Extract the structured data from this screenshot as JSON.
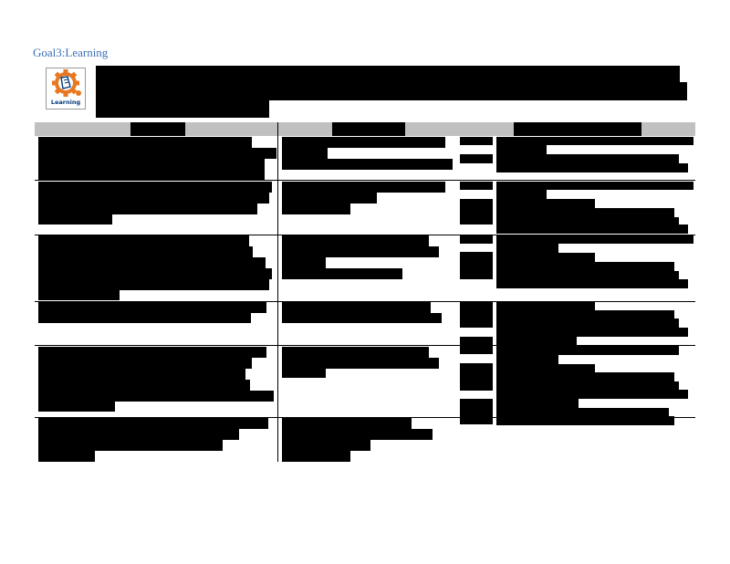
{
  "page_title": "Goal3:Learning",
  "logo": {
    "label": "Learning",
    "icon": "learning-gear-icon",
    "accent_color": "#e87722",
    "text_color": "#003a7a"
  },
  "colors": {
    "title": "#3b6fb6",
    "header_band": "#c0c0c0",
    "redaction": "#000000"
  },
  "table": {
    "columns": 3,
    "body_rows": 6,
    "redacted": true
  }
}
